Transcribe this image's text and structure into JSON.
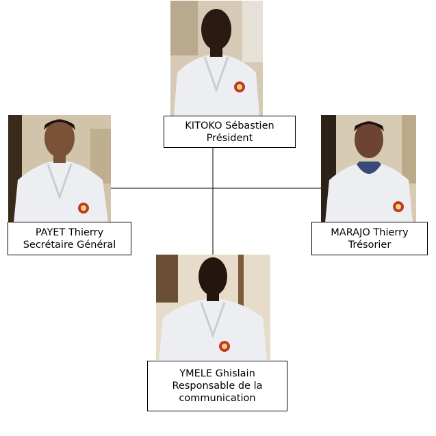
{
  "chart": {
    "members": [
      {
        "name": "KITOKO Sébastien",
        "role": "Président"
      },
      {
        "name": "PAYET Thierry",
        "role": "Secrétaire Général"
      },
      {
        "name": "MARAJO Thierry",
        "role": "Trésorier"
      },
      {
        "name": "YMELE Ghislain",
        "role_line1": "Responsable de la",
        "role_line2": "communication"
      }
    ]
  },
  "colors": {
    "line": "#000000",
    "gi": "#f1f1f4",
    "wall": "#d9cdb8",
    "badge": "#c0392b"
  }
}
